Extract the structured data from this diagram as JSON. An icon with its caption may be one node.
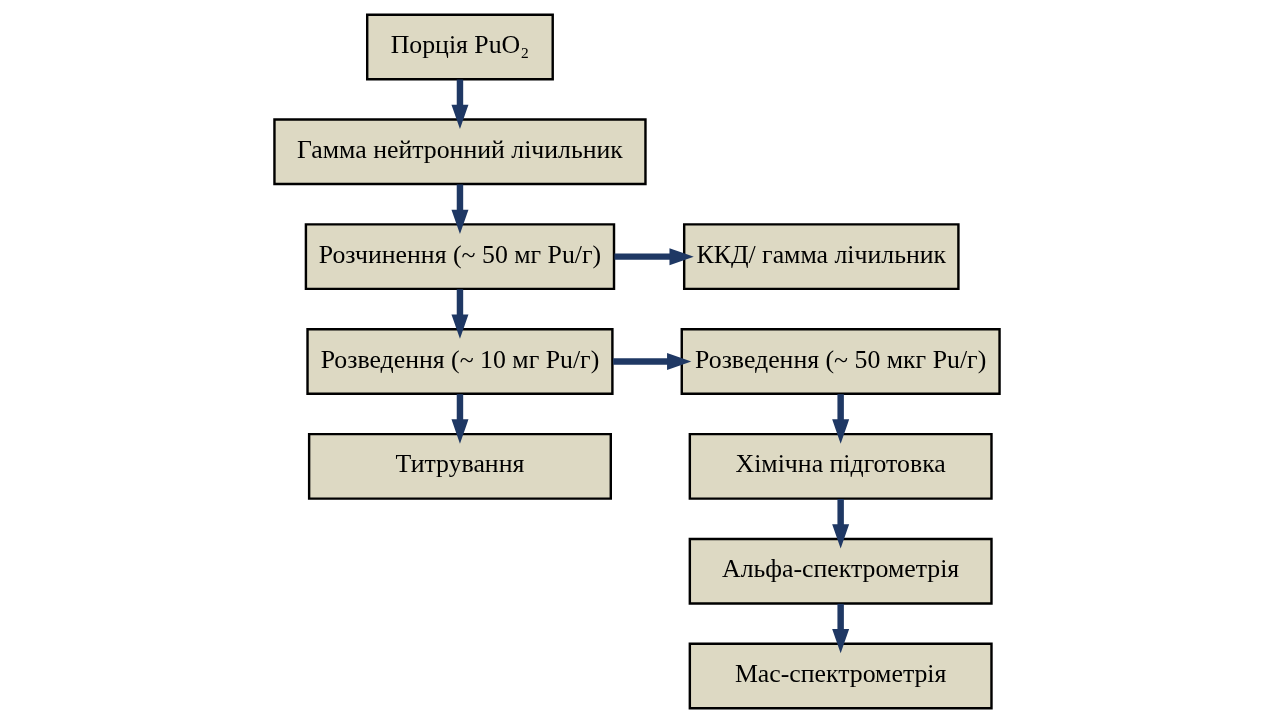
{
  "diagram": {
    "nodes": [
      {
        "text": [
          "Порція PuO₂"
        ]
      },
      {
        "text": [
          "Гамма нейтронний лічильник"
        ]
      },
      {
        "text": [
          "Розчинення (~ 50 мг Pu/г)"
        ]
      },
      {
        "text": [
          "ККД/ гамма лічильник"
        ]
      },
      {
        "text": [
          "Розведення (~ 10 мг Pu/г)"
        ]
      },
      {
        "text": [
          "Розведення (~ 50 мкг Pu/г)"
        ]
      },
      {
        "text": [
          "Титрування"
        ]
      },
      {
        "text": [
          "Хімічна підготовка"
        ]
      },
      {
        "text": [
          "Альфа-спектрометрія"
        ]
      },
      {
        "text": [
          "Мас-спектрометрія"
        ]
      }
    ],
    "edges": [
      {
        "from": 0,
        "to": 1,
        "arrow": "to"
      },
      {
        "from": 1,
        "to": 2,
        "arrow": "to"
      },
      {
        "from": 2,
        "to": 3,
        "arrow": "to"
      },
      {
        "from": 2,
        "to": 4,
        "arrow": "to"
      },
      {
        "from": 4,
        "to": 5,
        "arrow": "to"
      },
      {
        "from": 4,
        "to": 6,
        "arrow": "to"
      },
      {
        "from": 5,
        "to": 7,
        "arrow": "to"
      },
      {
        "from": 7,
        "to": 8,
        "arrow": "to"
      },
      {
        "from": 8,
        "to": 9,
        "arrow": "to"
      }
    ]
  }
}
